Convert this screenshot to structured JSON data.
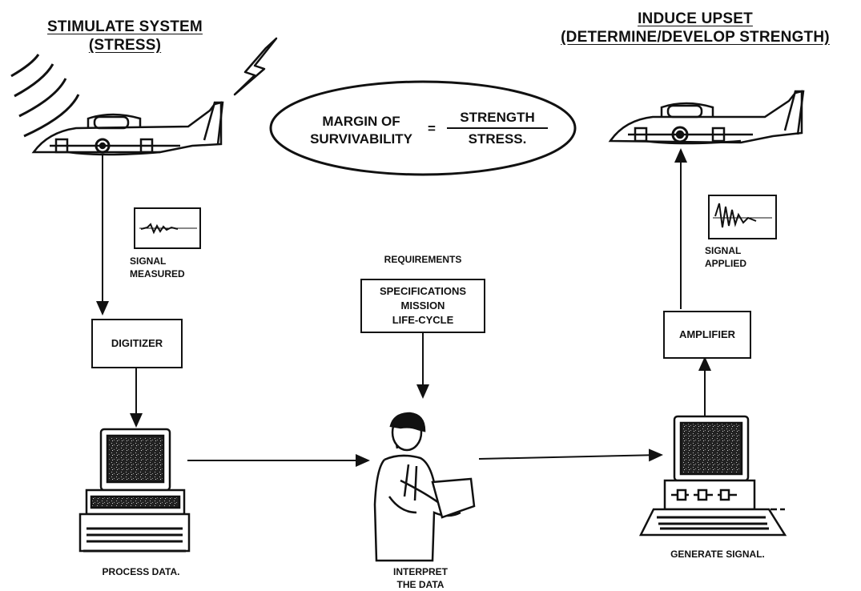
{
  "left_header": {
    "line1": "STIMULATE SYSTEM",
    "line2": "(STRESS)"
  },
  "right_header": {
    "line1": "INDUCE UPSET",
    "line2": "(DETERMINE/DEVELOP STRENGTH)"
  },
  "equation": {
    "left_line1": "MARGIN OF",
    "left_line2": "SURVIVABILITY",
    "equals": "=",
    "numerator": "STRENGTH",
    "denominator": "STRESS."
  },
  "signal_measured": {
    "line1": "SIGNAL",
    "line2": "MEASURED"
  },
  "signal_applied": {
    "line1": "SIGNAL",
    "line2": "APPLIED"
  },
  "requirements_label": "REQUIREMENTS",
  "requirements_box": [
    "SPECIFICATIONS",
    "MISSION",
    "LIFE-CYCLE"
  ],
  "digitizer_label": "DIGITIZER",
  "amplifier_label": "AMPLIFIER",
  "process_data_label": "PROCESS DATA.",
  "interpret_label": {
    "line1": "INTERPRET",
    "line2": "THE DATA"
  },
  "generate_label": "GENERATE SIGNAL."
}
